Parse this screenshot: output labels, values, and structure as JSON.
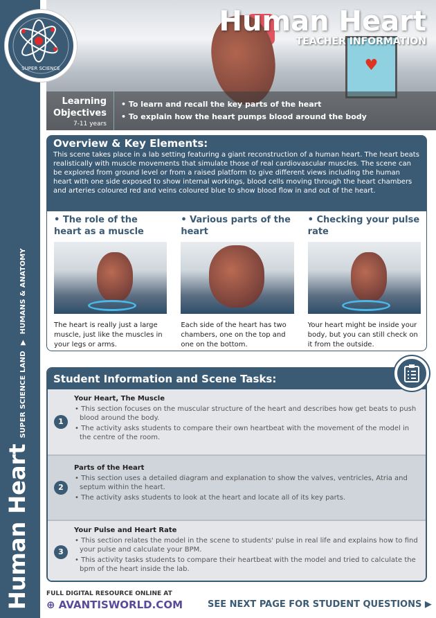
{
  "header": {
    "title": "Human Heart",
    "subtitle": "TEACHER INFORMATION",
    "logo_text": "SUPER SCIENCE"
  },
  "learning_objectives": {
    "heading_1": "Learning",
    "heading_2": "Objectives",
    "age": "7-11 years",
    "items": [
      "• To learn and recall the key parts of the heart",
      "• To explain how the heart pumps blood around the body"
    ]
  },
  "sidebar": {
    "title": "Human Heart",
    "breadcrumb_1": "SUPER SCIENCE LAND",
    "breadcrumb_2": "HUMANS & ANATOMY",
    "separator": "▶"
  },
  "overview": {
    "heading": "Overview & Key Elements:",
    "text": "This scene takes place in a lab setting featuring a giant reconstruction of a human heart. The heart beats realistically with muscle movements that simulate those of real cardiovascular muscles. The scene can be explored from ground level or from a raised platform to give different views including the human heart with one side exposed to show internal workings, blood cells moving through the heart chambers and arteries coloured red and veins coloured blue to show blood flow in and out of the heart."
  },
  "key_elements": [
    {
      "title": "• The role of the heart as a muscle",
      "text": "The heart is really just a large muscle, just like the muscles in your legs or arms."
    },
    {
      "title": "• Various parts of the heart",
      "text": "Each side of the heart has two chambers, one on the top and one on the bottom."
    },
    {
      "title": "• Checking your pulse rate",
      "text": "Your heart might be inside your body, but you can still check on it from the outside."
    }
  ],
  "students": {
    "heading": "Student Information and Scene Tasks:",
    "tasks": [
      {
        "num": "1",
        "title": "Your Heart, The Muscle",
        "points": [
          "• This section focuses on the muscular structure of the heart and describes how get beats to push blood around the body.",
          "• The activity asks students to compare their own heartbeat with the movement of the model in the centre of the room."
        ]
      },
      {
        "num": "2",
        "title": "Parts of the Heart",
        "points": [
          "• This section uses a detailed diagram and explanation to show the valves, ventricles, Atria and septum within the heart.",
          "• The activity asks students to look at the heart and locate all of its key parts."
        ]
      },
      {
        "num": "3",
        "title": "Your Pulse and Heart Rate",
        "points": [
          "• This section relates the model in the scene to students' pulse in real life and explains how to find your pulse and calculate your BPM.",
          "• This activity tasks students to compare their heartbeat with the model and tried to calculate the bpm of the heart inside the lab."
        ]
      }
    ]
  },
  "footer": {
    "resource_label": "FULL DIGITAL RESOURCE ONLINE AT",
    "site": "AVANTISWORLD.COM",
    "next": "SEE NEXT PAGE FOR STUDENT QUESTIONS ▶"
  }
}
